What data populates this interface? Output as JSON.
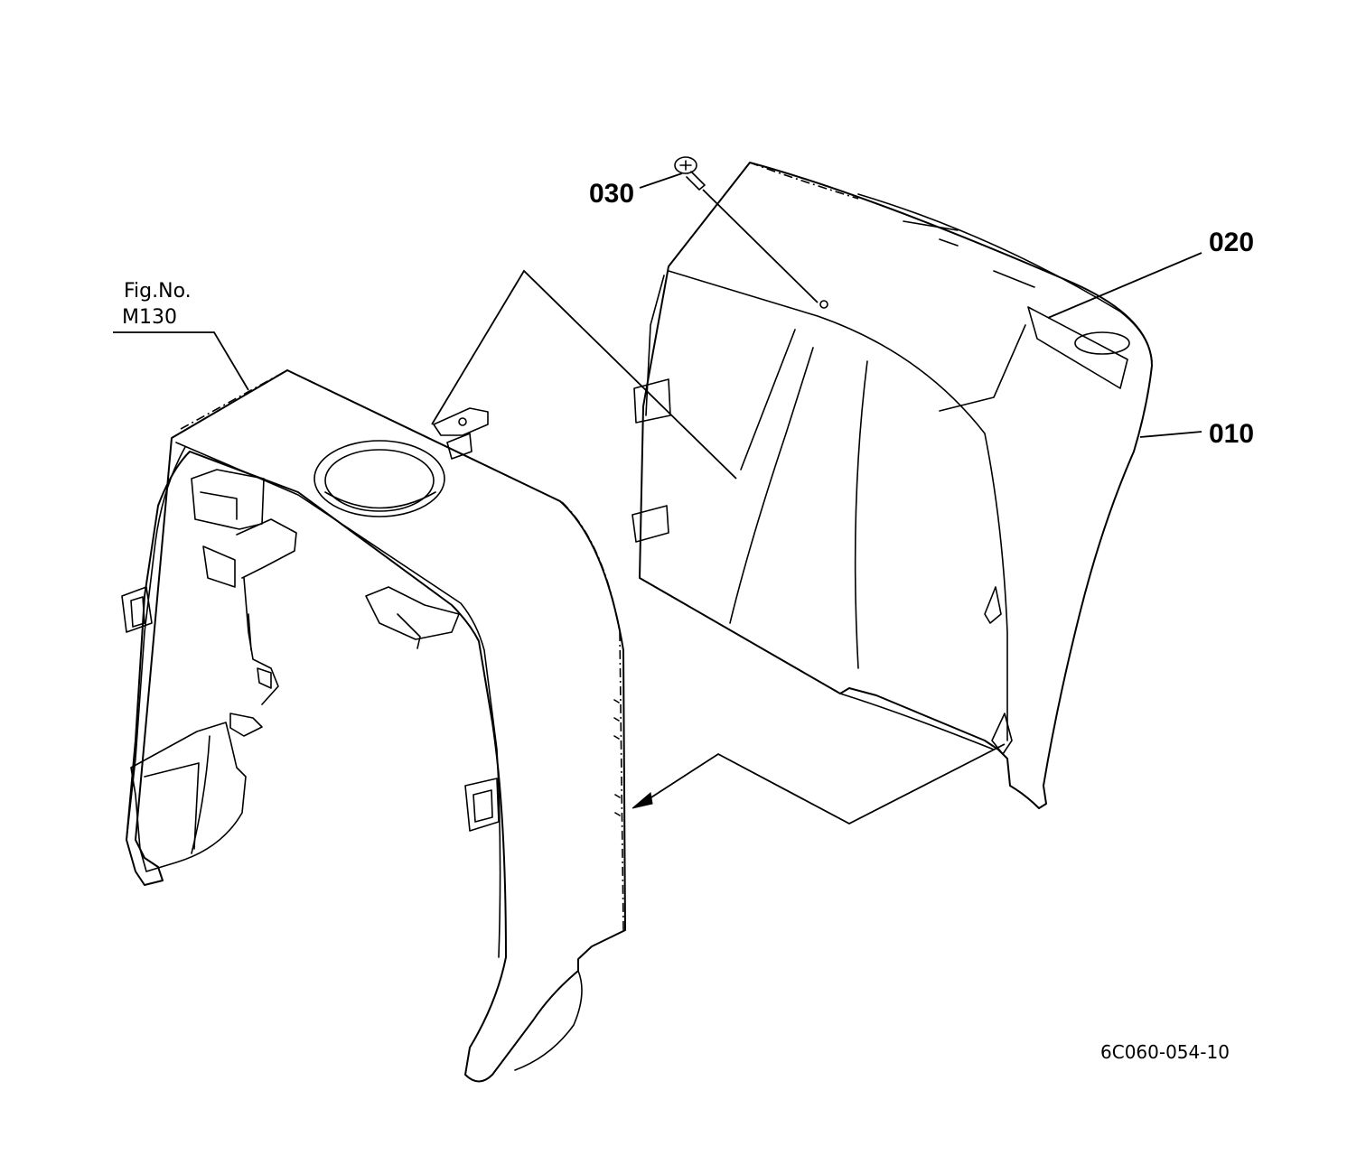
{
  "figure": {
    "fig_label": "Fig.No.",
    "fig_number": "M130",
    "drawing_code": "6C060-054-10"
  },
  "callouts": [
    {
      "id": "030",
      "label": "030"
    },
    {
      "id": "020",
      "label": "020"
    },
    {
      "id": "010",
      "label": "010"
    }
  ]
}
